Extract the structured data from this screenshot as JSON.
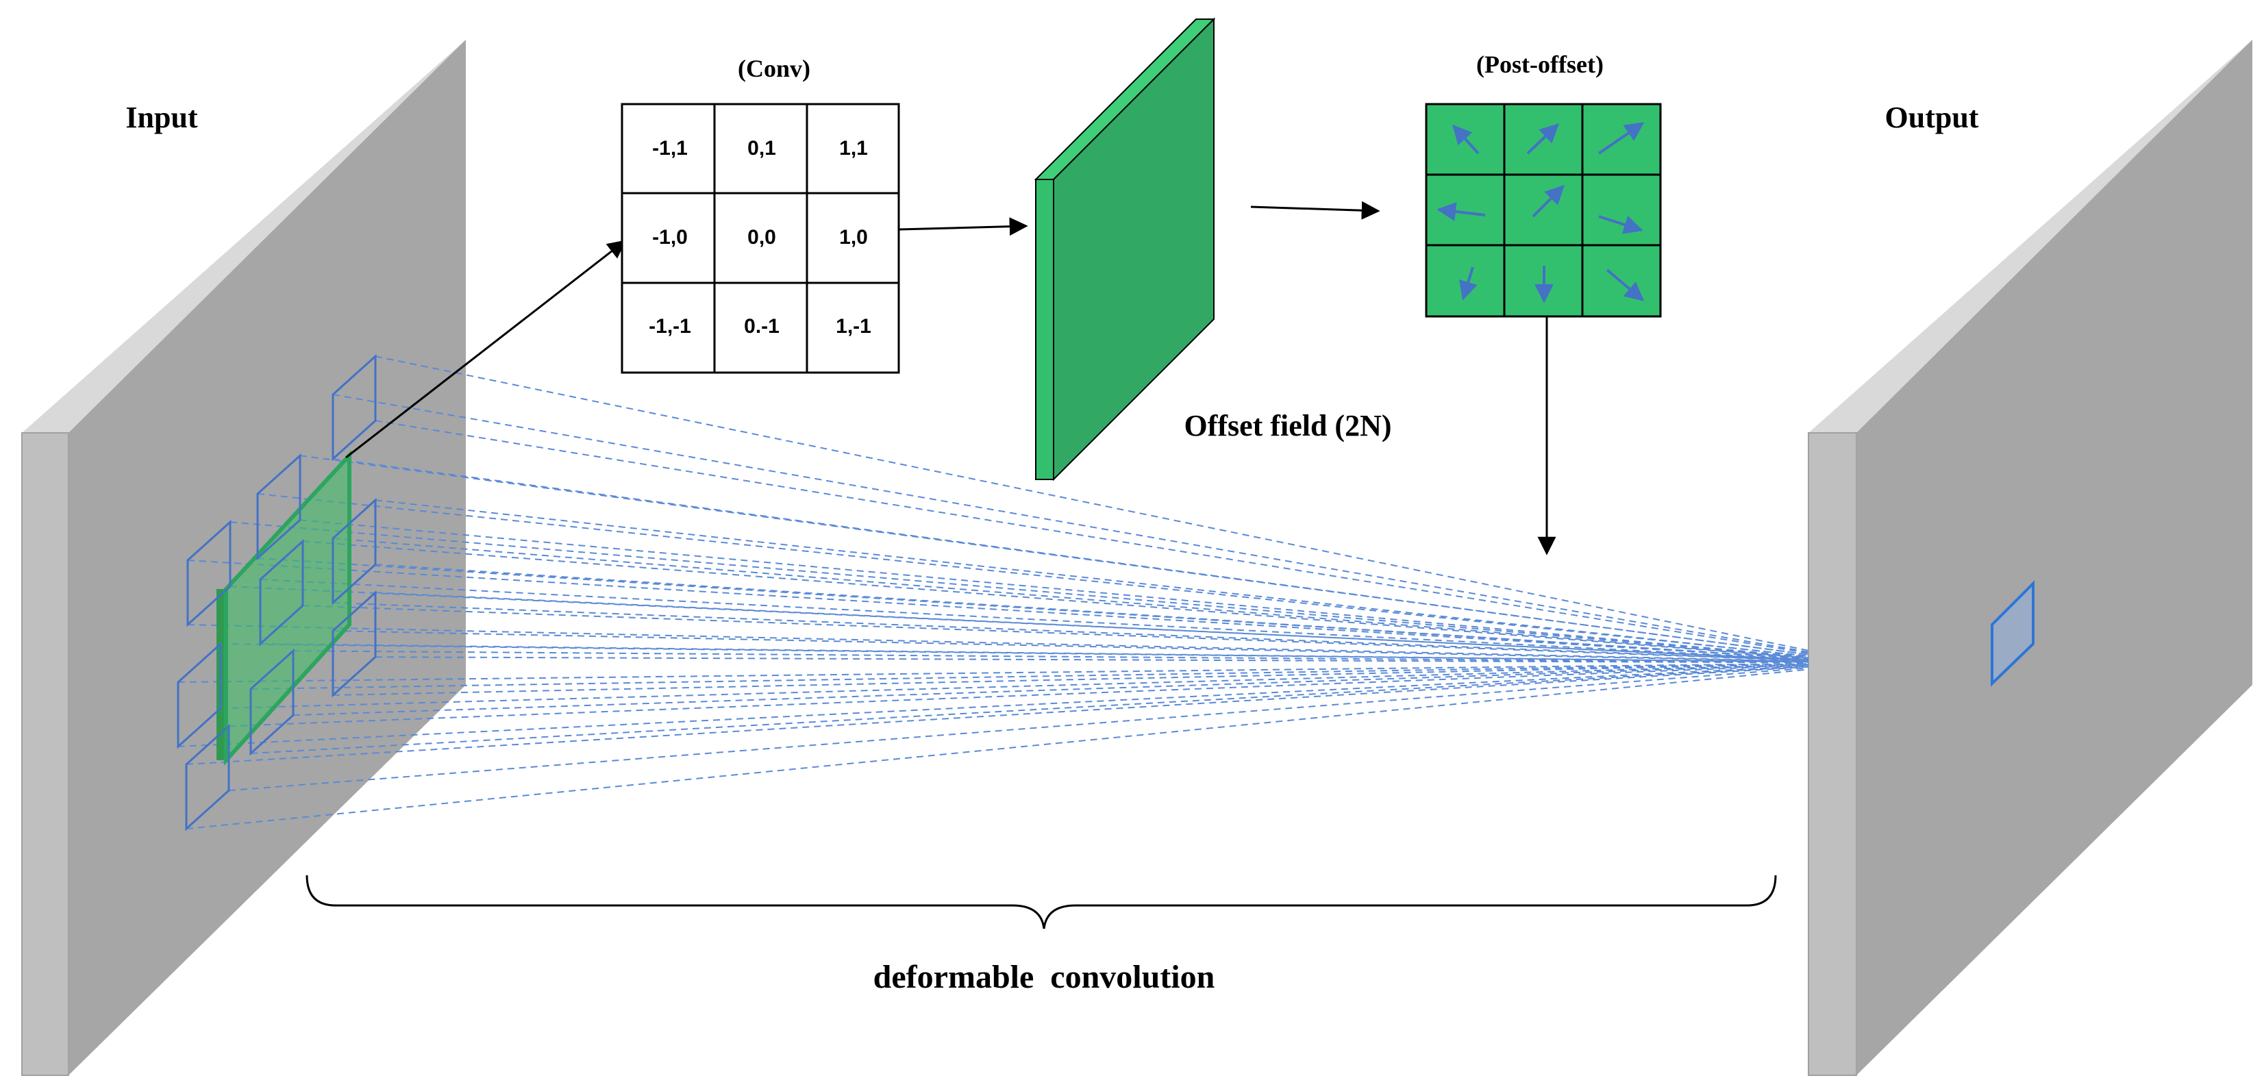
{
  "colors": {
    "panel_front": "#a6a6a6",
    "panel_side": "#bfbfbf",
    "panel_top": "#d0d0d0",
    "green": "#33c06e",
    "green_dark": "#2ca55f",
    "blue": "#4472c4",
    "dashed": "#5a8ad6"
  },
  "labels": {
    "input": "Input",
    "output": "Output",
    "conv": "(Conv)",
    "post_offset": "(Post-offset)",
    "offset_field": "Offset field (2N)",
    "deformable": "deformable  convolution"
  },
  "conv_grid": [
    [
      "-1,1",
      "0,1",
      "1,1"
    ],
    [
      "-1,0",
      "0,0",
      "1,0"
    ],
    [
      "-1,-1",
      "0.-1",
      "1,-1"
    ]
  ],
  "offset_arrows": [
    [
      "arrow-up-left-icon",
      "arrow-up-right-icon",
      "arrow-up-right-icon"
    ],
    [
      "arrow-left-icon",
      "arrow-up-right-icon",
      "arrow-down-right-icon"
    ],
    [
      "arrow-down-left-icon",
      "arrow-down-icon",
      "arrow-down-right-icon"
    ]
  ]
}
